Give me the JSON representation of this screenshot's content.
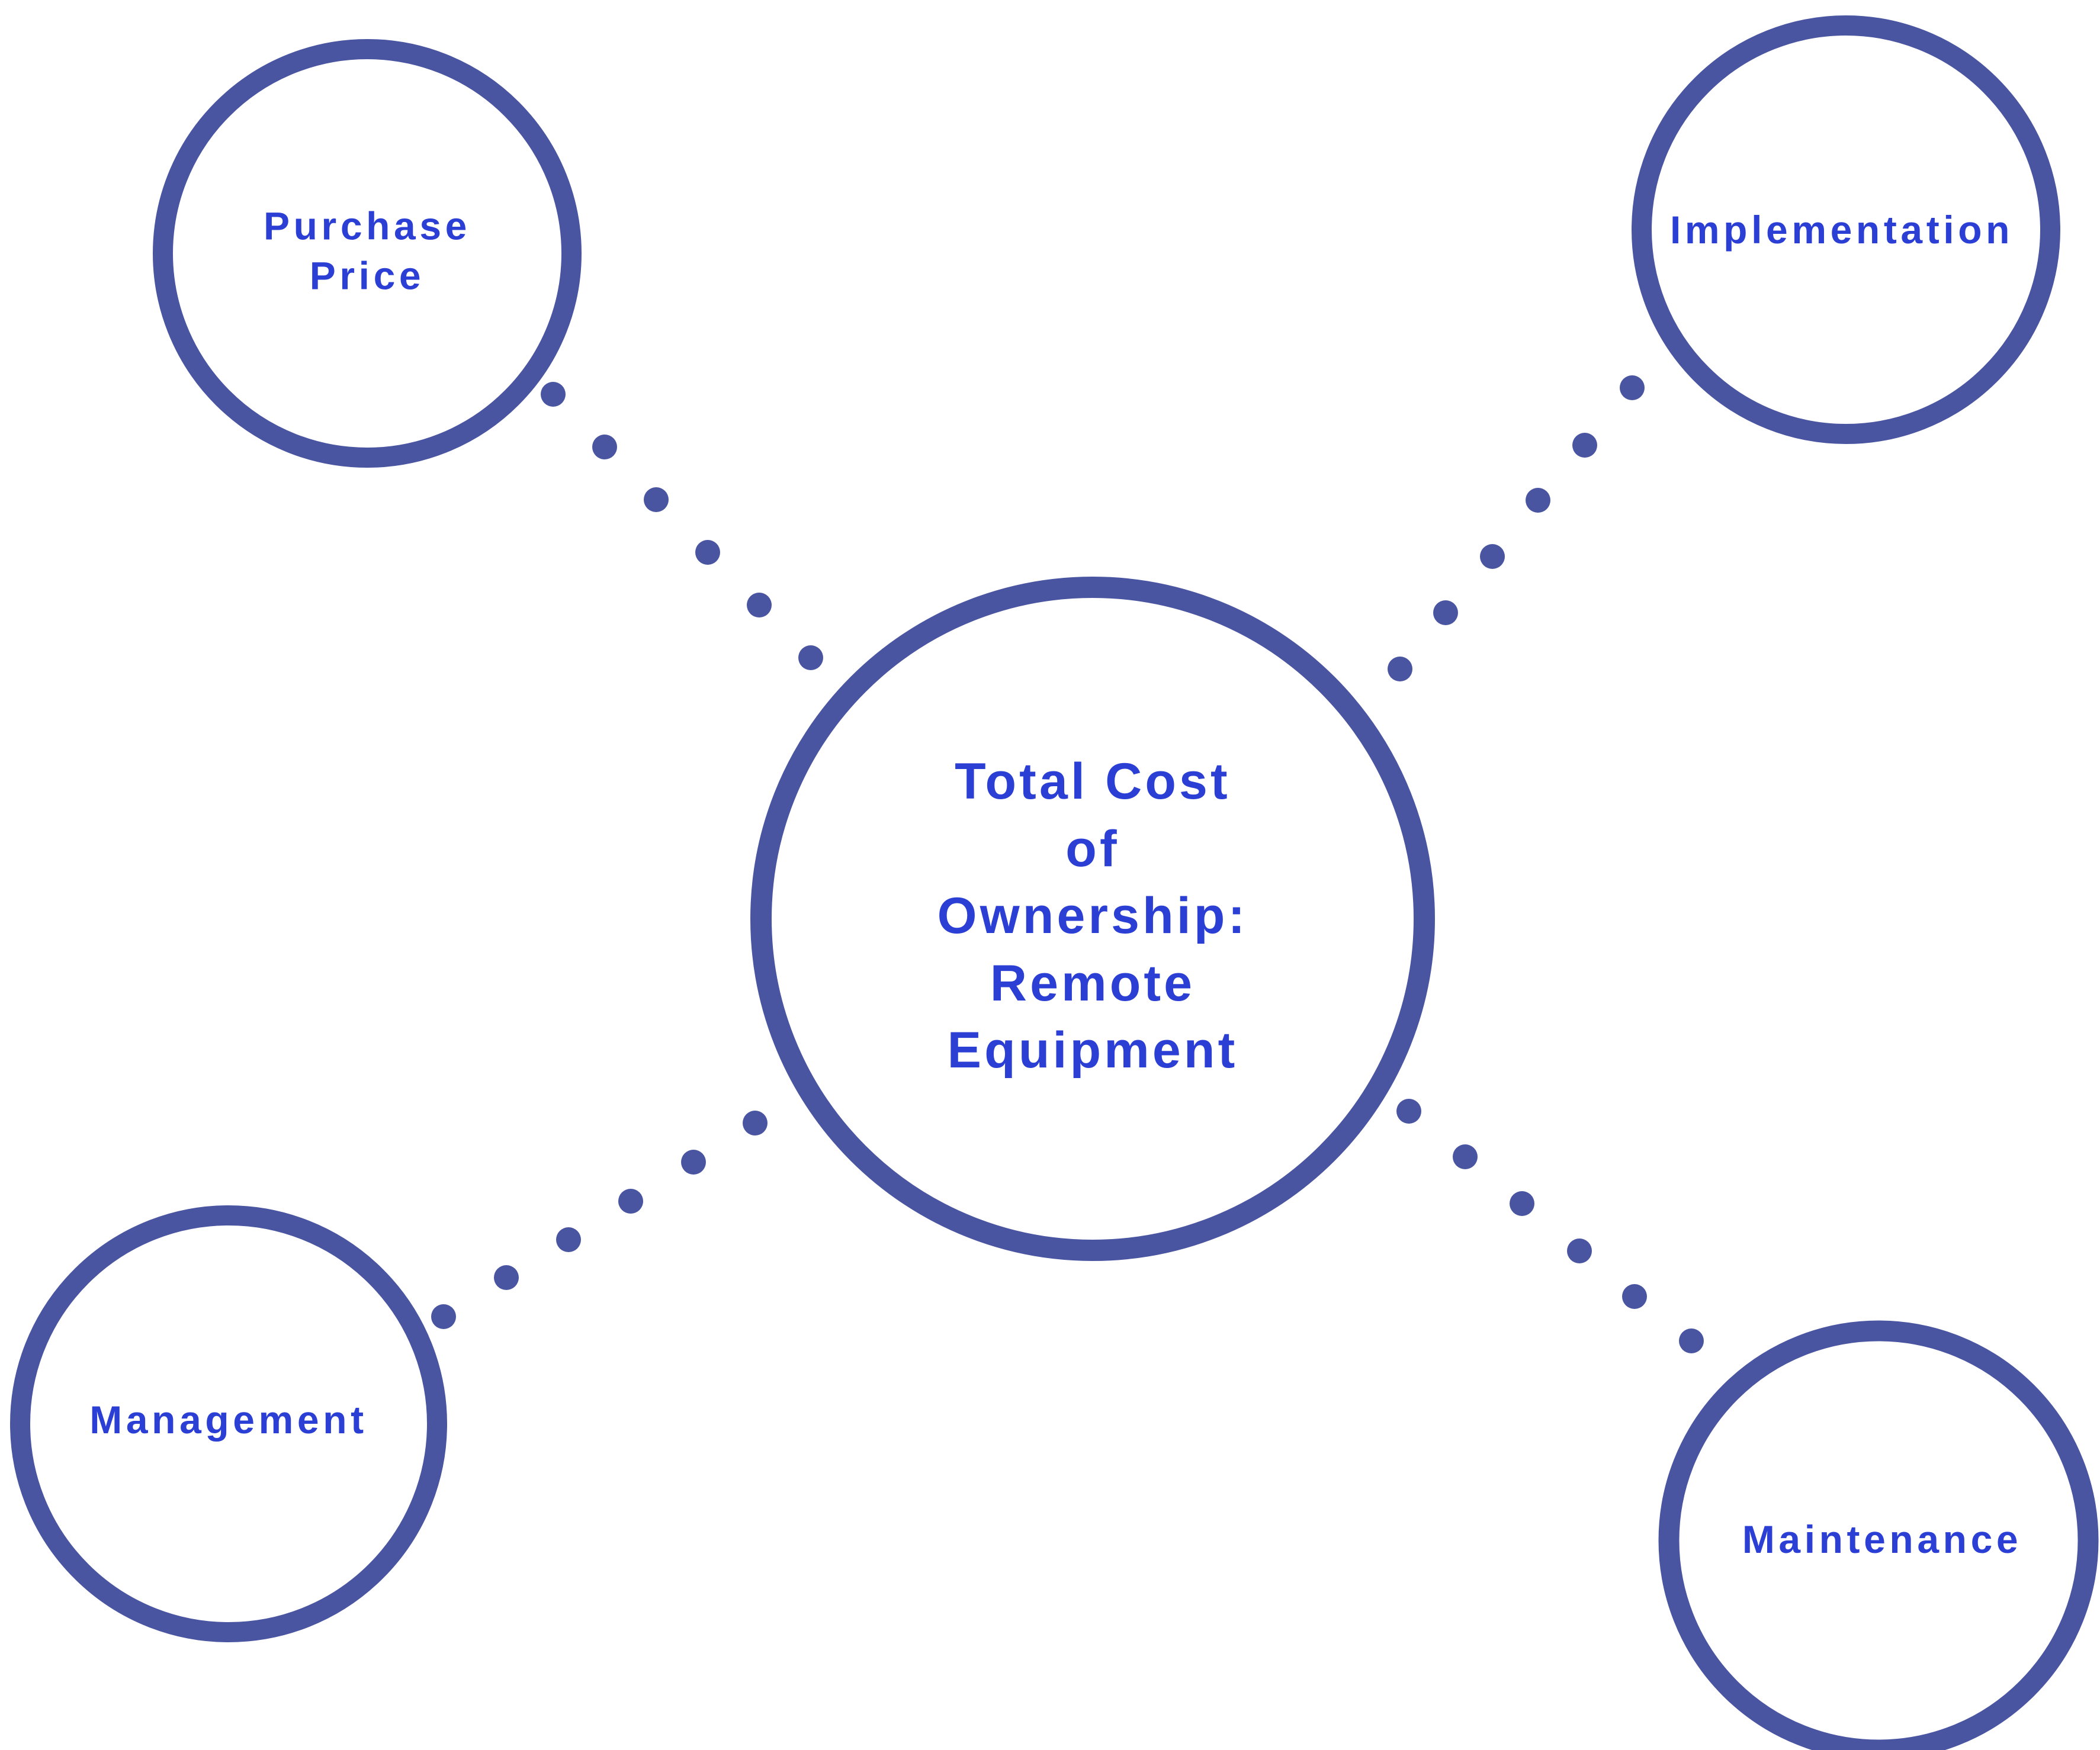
{
  "diagram": {
    "title": "Total Cost of Ownership: Remote Equipment",
    "colors": {
      "ring": "#4A55A2",
      "label": "#2B3FD4",
      "background": "#FFFFFF"
    },
    "center_node": {
      "id": "total-cost-of-ownership",
      "label_lines": [
        "Total Cost",
        "of",
        "Ownership:",
        "Remote",
        "Equipment"
      ]
    },
    "satellite_nodes": [
      {
        "id": "purchase-price",
        "position": "top-left",
        "label_lines": [
          "Purchase",
          "Price"
        ]
      },
      {
        "id": "implementation",
        "position": "top-right",
        "label_lines": [
          "Implementation"
        ]
      },
      {
        "id": "management",
        "position": "bottom-left",
        "label_lines": [
          "Management"
        ]
      },
      {
        "id": "maintenance",
        "position": "bottom-right",
        "label_lines": [
          "Maintenance"
        ]
      }
    ]
  }
}
